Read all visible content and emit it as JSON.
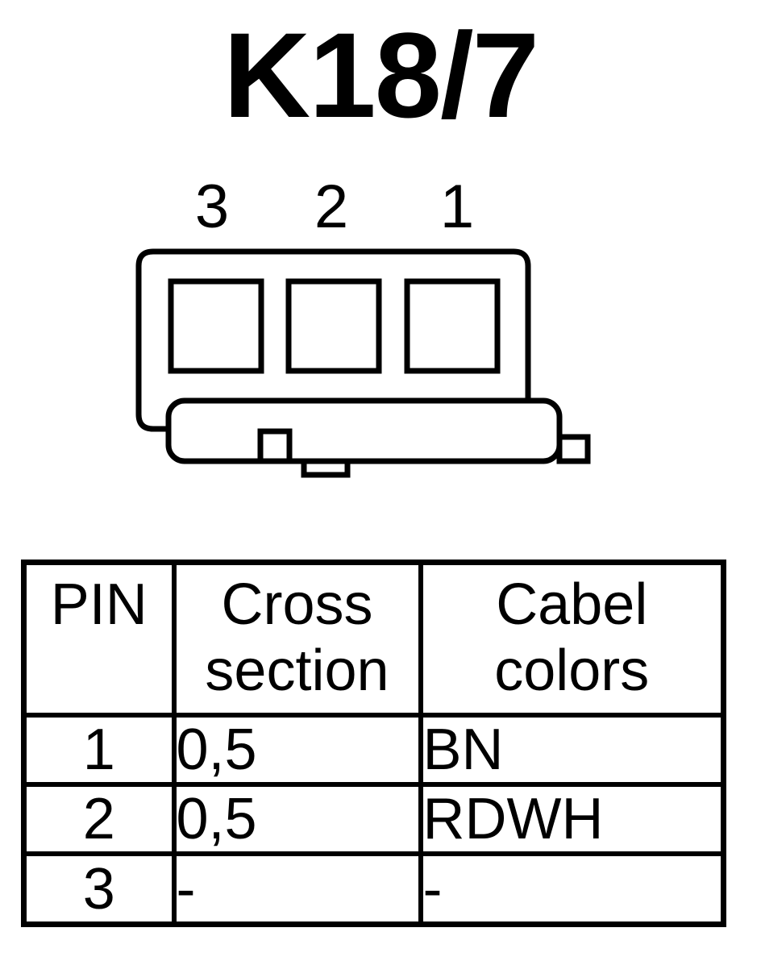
{
  "title": "K18/7",
  "connector": {
    "pin_labels": [
      "3",
      "2",
      "1"
    ]
  },
  "table": {
    "headers": {
      "pin": "PIN",
      "cross_section": [
        "Cross",
        "section"
      ],
      "cable_colors": [
        "Cabel",
        "colors"
      ]
    },
    "rows": [
      {
        "pin": "1",
        "cross_section": "0,5",
        "color": "BN"
      },
      {
        "pin": "2",
        "cross_section": "0,5",
        "color": "RDWH"
      },
      {
        "pin": "3",
        "cross_section": "-",
        "color": "-"
      }
    ]
  }
}
